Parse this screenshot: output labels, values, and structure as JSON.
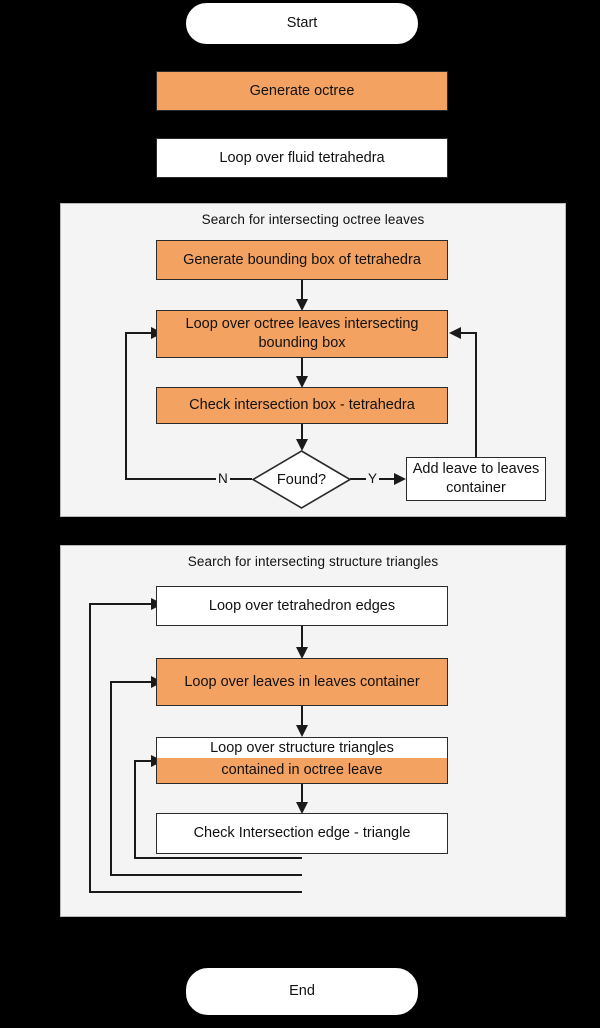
{
  "diagram": {
    "title": "Octree-based fluid-structure intersection search flowchart",
    "background_color": "#000000",
    "accent_color": "#f4a261",
    "subgraph_background": "#f4f4f4"
  },
  "nodes": {
    "start": {
      "label": "Start",
      "shape": "stadium",
      "fill": "#ffffff"
    },
    "generate_octree": {
      "label": "Generate octree",
      "shape": "rect",
      "fill": "#f4a261"
    },
    "loop_fluid_tetrahedra": {
      "label": "Loop over fluid tetrahedra",
      "shape": "rect",
      "fill": "#ffffff"
    },
    "generate_bbox": {
      "label": "Generate bounding box of tetrahedra",
      "shape": "rect",
      "fill": "#f4a261"
    },
    "loop_octree_leaves": {
      "label": "Loop over octree leaves intersecting bounding box",
      "shape": "rect",
      "fill": "#f4a261"
    },
    "check_box_tetra": {
      "label": "Check intersection box - tetrahedra",
      "shape": "rect",
      "fill": "#f4a261"
    },
    "found_decision": {
      "label": "Found?",
      "shape": "diamond",
      "fill": "#ffffff"
    },
    "add_leave": {
      "label": "Add leave to leaves container",
      "shape": "rect",
      "fill": "#ffffff"
    },
    "loop_tetra_edges": {
      "label": "Loop over tetrahedron edges",
      "shape": "rect",
      "fill": "#ffffff"
    },
    "loop_leaves_container": {
      "label": "Loop over leaves in leaves container",
      "shape": "rect",
      "fill": "#f4a261"
    },
    "loop_structure_triangles": {
      "label_line1": "Loop over structure triangles",
      "label_line2": "contained in octree leave",
      "shape": "rect",
      "fill_top": "#ffffff",
      "fill_bottom": "#f4a261"
    },
    "check_edge_triangle": {
      "label": "Check Intersection edge - triangle",
      "shape": "rect",
      "fill": "#ffffff"
    },
    "end": {
      "label": "End",
      "shape": "stadium",
      "fill": "#ffffff"
    }
  },
  "subgraphs": {
    "octree_leaves": {
      "title": "Search for intersecting octree leaves"
    },
    "structure_triangles": {
      "title": "Search for intersecting structure triangles"
    }
  },
  "edge_labels": {
    "no": "N",
    "yes": "Y"
  }
}
